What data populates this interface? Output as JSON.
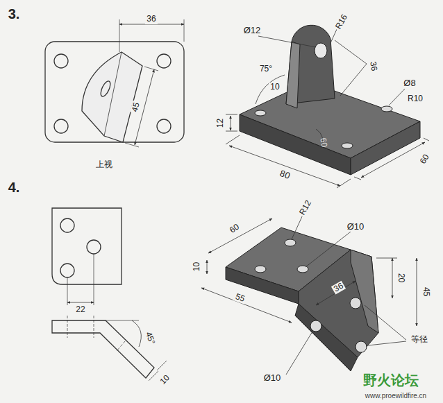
{
  "diagram": {
    "labels": [
      "3.",
      "36",
      "45",
      "上视",
      "Ø12",
      "R16",
      "75°",
      "36",
      "10",
      "Ø8",
      "R10",
      "12",
      "60",
      "80",
      "60",
      "4.",
      "22",
      "45°",
      "10",
      "60",
      "R12",
      "Ø10",
      "10",
      "55",
      "20",
      "45",
      "36",
      "等径",
      "Ø10",
      "野火论坛",
      "www.proewildfire.cn"
    ]
  }
}
